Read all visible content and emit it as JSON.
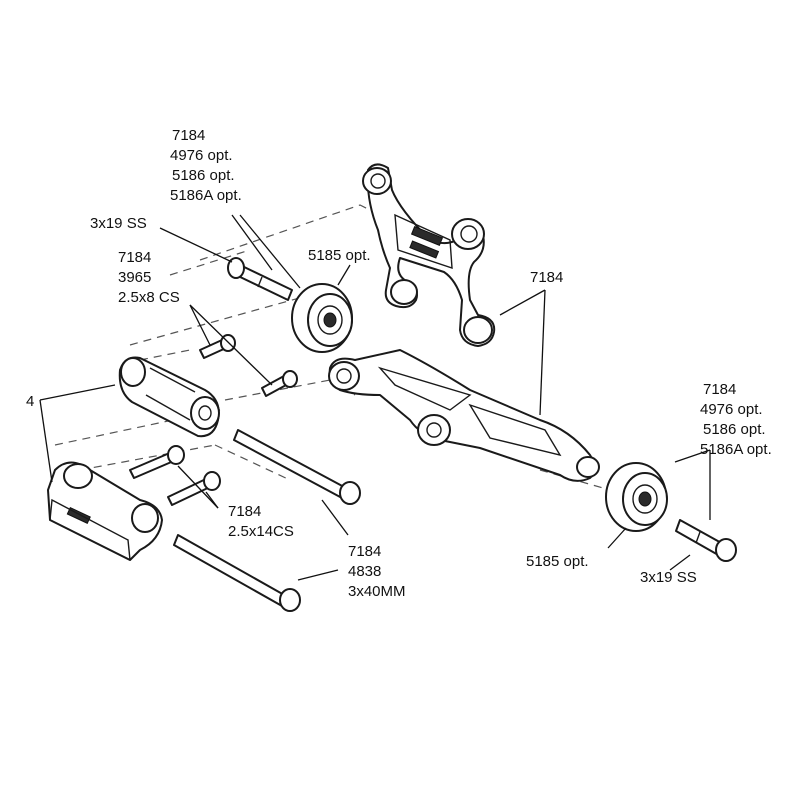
{
  "labels": {
    "top_wheel_left": [
      "7184",
      "4976 opt.",
      "5186 opt.",
      "5186A opt."
    ],
    "screw_top_left": "3x19 SS",
    "bearing_top_left": "5185 opt.",
    "screws_pair_top": [
      "7184",
      "3965",
      "2.5x8 CS"
    ],
    "arm": "7184",
    "mount": "4",
    "wheel_right": [
      "7184",
      "4976 opt.",
      "5186 opt.",
      "5186A opt."
    ],
    "screws_pair_bottom": [
      "7184",
      "2.5x14CS"
    ],
    "long_bolts": [
      "7184",
      "4838",
      "3x40MM"
    ],
    "bearing_right": "5185 opt.",
    "screw_right": "3x19 SS"
  }
}
